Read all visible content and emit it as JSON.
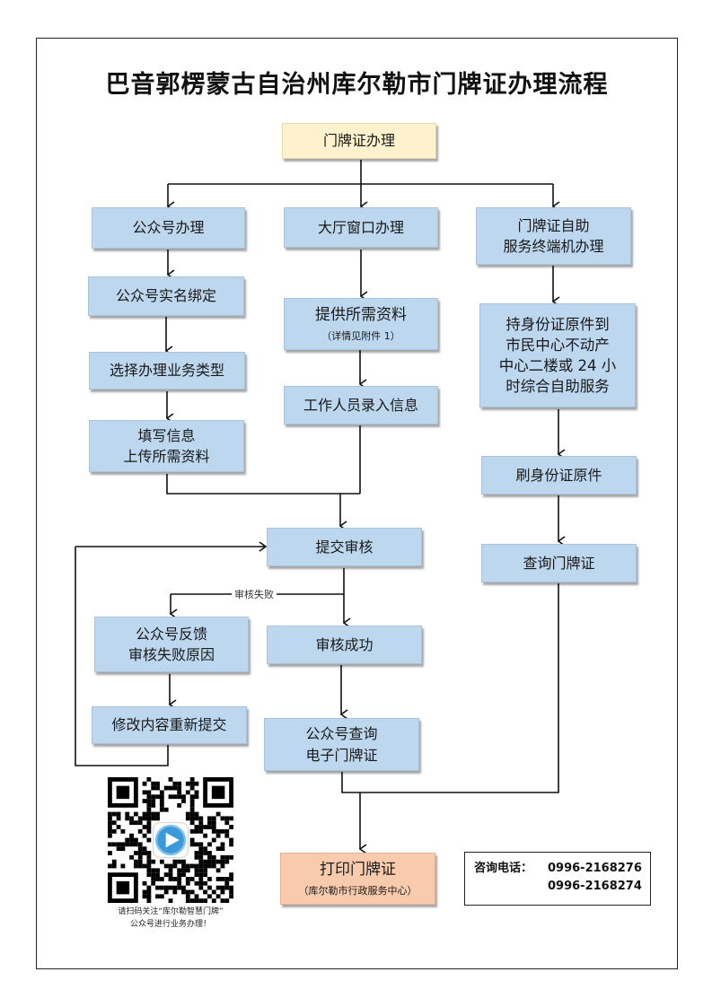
{
  "title": "巴音郭楞蒙古自治州库尔勒市门牌证办理流程",
  "colors": {
    "step_fill": "#bdd7ee",
    "start_fill": "#fff2cc",
    "end_fill": "#f8cbad",
    "line": "#111111"
  },
  "start": {
    "label": "门牌证办理"
  },
  "branch_wechat": {
    "head": "公众号办理",
    "steps": [
      "公众号实名绑定",
      "选择办理业务类型"
    ],
    "fill_line1": "填写信息",
    "fill_line2": "上传所需资料"
  },
  "branch_hall": {
    "head": "大厅窗口办理",
    "provide": "提供所需资料",
    "provide_note": "（详情见附件 1）",
    "entry": "工作人员录入信息"
  },
  "branch_terminal": {
    "head_line1": "门牌证自助",
    "head_line2": "服务终端机办理",
    "go_lines": [
      "持身份证原件到",
      "市民中心不动产",
      "中心二楼或 24 小",
      "时综合自助服务"
    ],
    "swipe": "刷身份证原件",
    "query": "查询门牌证"
  },
  "review": {
    "submit": "提交审核",
    "fail_label": "审核失败",
    "fail_line1": "公众号反馈",
    "fail_line2": "审核失败原因",
    "resubmit": "修改内容重新提交",
    "success": "审核成功",
    "query_line1": "公众号查询",
    "query_line2": "电子门牌证"
  },
  "end": {
    "label": "打印门牌证",
    "note": "（库尔勒市行政服务中心）"
  },
  "contact": {
    "label": "咨询电话：",
    "phones": [
      "0996-2168276",
      "0996-2168274"
    ]
  },
  "qr": {
    "caption_line1": "请扫码关注“库尔勒智慧门牌”",
    "caption_line2": "公众号进行业务办理！",
    "icon": "qr-code-icon"
  }
}
